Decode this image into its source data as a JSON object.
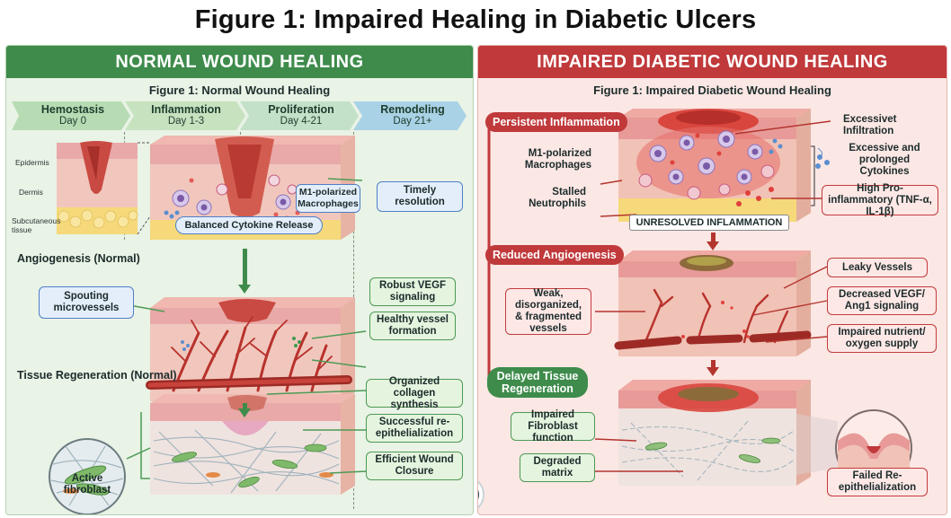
{
  "title": "Figure 1: Impaired Healing in Diabetic Ulcers",
  "normal": {
    "header": "NORMAL WOUND HEALING",
    "subtitle": "Figure 1: Normal Wound Healing",
    "phases": [
      {
        "name": "Hemostasis",
        "day": "Day 0"
      },
      {
        "name": "Inflammation",
        "day": "Day 1-3"
      },
      {
        "name": "Proliferation",
        "day": "Day 4-21"
      },
      {
        "name": "Remodeling",
        "day": "Day 21+"
      }
    ],
    "skin_layers": [
      "Epidermis",
      "Dermis",
      "Subcutaneous tissue"
    ],
    "macrophages_label": "M1-polarized Macrophages",
    "timely_resolution": "Timely resolution",
    "cytokine_release": "Balanced Cytokine Release",
    "angiogenesis_title": "Angiogenesis (Normal)",
    "sprouting": "Spouting microvessels",
    "vegf": "Robust VEGF signaling",
    "vessel_formation": "Healthy vessel formation",
    "regeneration_title": "Tissue Regeneration (Normal)",
    "collagen": "Organized collagen synthesis",
    "reepithelialization": "Successful re-epithelialization",
    "closure": "Efficient Wound Closure",
    "fibroblast": "Active fibroblast"
  },
  "diabetic": {
    "header": "IMPAIRED DIABETIC WOUND HEALING",
    "subtitle": "Figure 1: Impaired Diabetic Wound Healing",
    "persistent_inflammation": "Persistent Inflammation",
    "excessive_infiltration": "Excessivet Infiltration",
    "m1_macrophages": "M1-polarized Macrophages",
    "cytokines": "Excessive and prolonged Cytokines",
    "stalled_neutrophils": "Stalled Neutrophils",
    "pro_inflammatory": "High Pro-inflammatory (TNF-α, IL-1β)",
    "unresolved": "UNRESOLVED INFLAMMATION",
    "reduced_angiogenesis": "Reduced Angiogenesis",
    "leaky_vessels": "Leaky Vessels",
    "weak_vessels": "Weak, disorganized, & fragmented vessels",
    "decreased_vegf": "Decreased VEGF/ Ang1 signaling",
    "impaired_supply": "Impaired nutrient/ oxygen supply",
    "delayed_regeneration": "Delayed Tissue Regeneration",
    "impaired_fibroblast": "Impaired Fibroblast function",
    "degraded_matrix": "Degraded matrix",
    "failed_reepithelialization": "Failed Re-epithelialization"
  },
  "colors": {
    "green_accent": "#3e8b4b",
    "red_accent": "#c0393b",
    "green_bg": "#e9f3e6",
    "red_bg": "#fbe7e4",
    "epidermis": "#e8a9a8",
    "dermis": "#f1c7bd",
    "fat": "#f5d97a",
    "vessel": "#b8322c"
  },
  "icons": {
    "compass": "compass-icon"
  }
}
